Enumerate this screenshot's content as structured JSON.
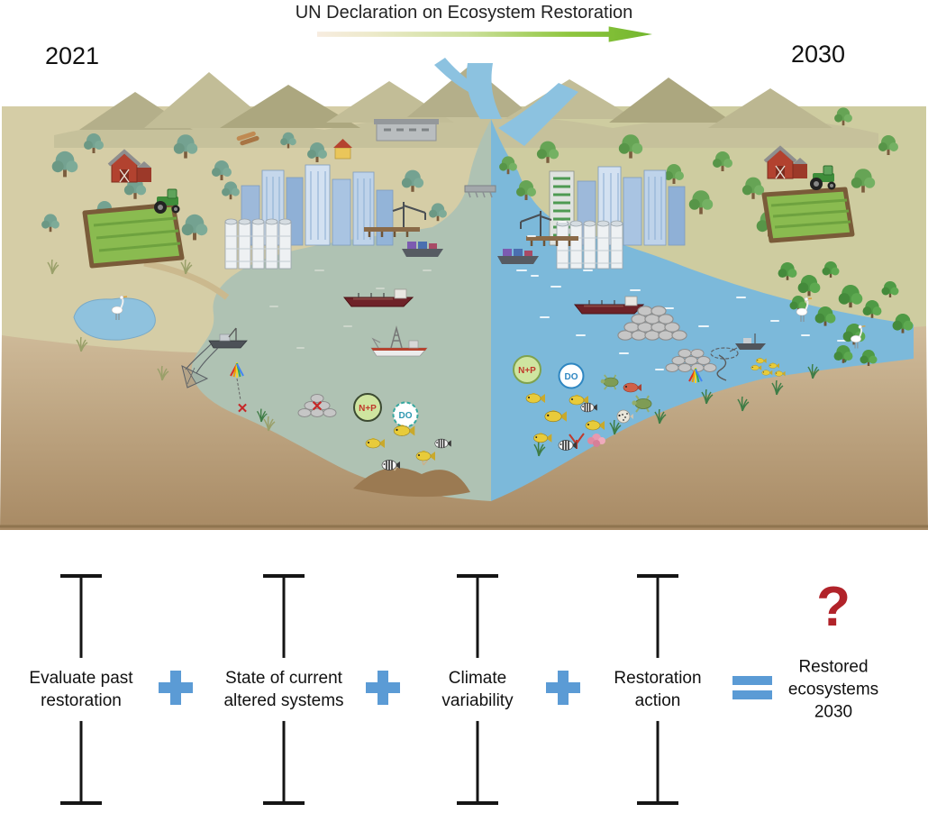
{
  "header": {
    "title": "UN Declaration on Ecosystem Restoration",
    "year_start": "2021",
    "year_end": "2030"
  },
  "scene": {
    "left_badges": {
      "np": "N+P",
      "do": "DO"
    },
    "right_badges": {
      "np": "N+P",
      "do": "DO"
    },
    "marks": {
      "net_x": "✕",
      "reef_x": "✕"
    }
  },
  "formula": {
    "terms": [
      "Evaluate past\nrestoration",
      "State of current\naltered systems",
      "Climate\nvariability",
      "Restoration\naction",
      "Restored\necosystems\n2030"
    ],
    "operators": {
      "plus": "+",
      "equals": "="
    },
    "question_mark": "?"
  },
  "colors": {
    "timeline_arrow_green": "#7cbd3c",
    "plus_blue": "#5b9bd5",
    "question_red": "#b1232a",
    "water_2021": "#afc2b3",
    "water_2030": "#7cb9da"
  }
}
